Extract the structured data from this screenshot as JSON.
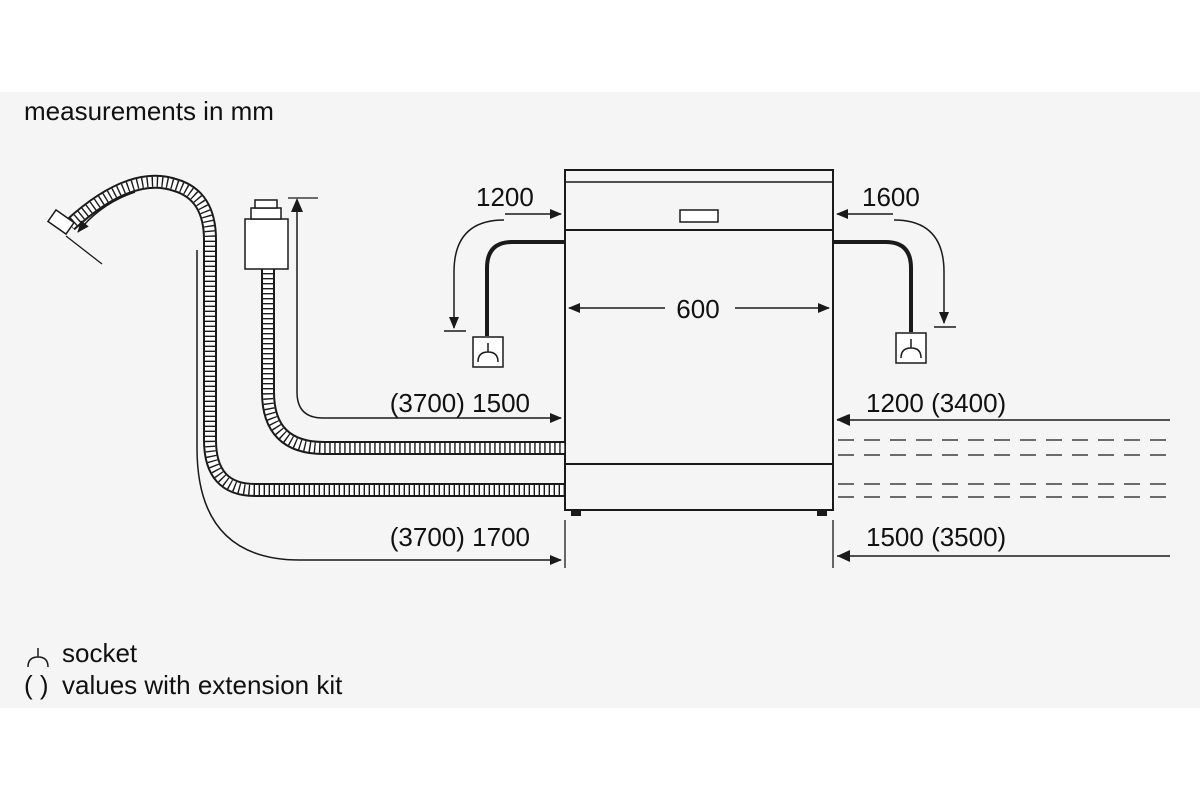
{
  "header": {
    "units_note": "measurements in mm"
  },
  "dimensions": {
    "width": "600",
    "power_cable_left": "1200",
    "power_cable_right": "1600",
    "drain_hose_left": "(3700) 1500",
    "inlet_hose_left": "(3700) 1700",
    "drain_hose_right": "1200 (3400)",
    "inlet_hose_right": "1500 (3500)"
  },
  "legend": {
    "socket_symbol": "⏊",
    "socket_label": "socket",
    "brackets_symbol": "( )",
    "brackets_label": "values with extension kit"
  }
}
